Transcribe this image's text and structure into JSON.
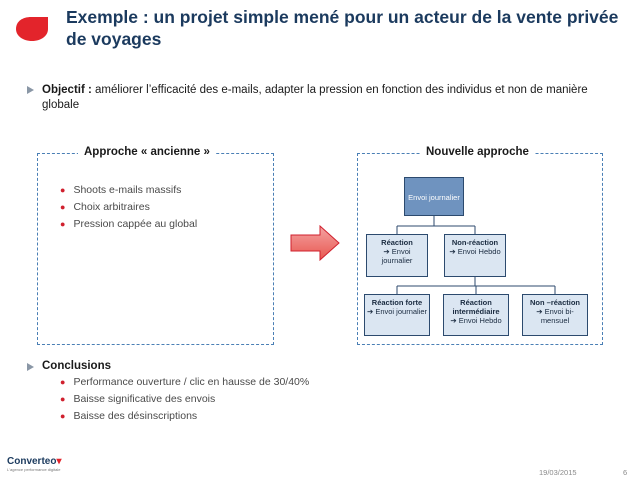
{
  "title": "Exemple : un projet simple mené pour un acteur de la vente privée de voyages",
  "objective": {
    "label": "Objectif :",
    "text": " améliorer l’efficacité des e-mails, adapter la pression en fonction des individus et non de manière globale"
  },
  "old_approach": {
    "title": "Approche « ancienne »",
    "items": [
      "Shoots e-mails massifs",
      "Choix arbitraires",
      "Pression cappée au global"
    ]
  },
  "new_approach": {
    "title": "Nouvelle approche",
    "root": "Envoi journalier",
    "level1": [
      {
        "title": "Réaction",
        "detail": "➔ Envoi journalier"
      },
      {
        "title": "Non-réaction",
        "detail": "➔ Envoi Hebdo"
      }
    ],
    "level2": [
      {
        "title": "Réaction forte",
        "detail": "➔ Envoi journalier"
      },
      {
        "title": "Réaction intermédiaire",
        "detail": "➔ Envoi Hebdo"
      },
      {
        "title": "Non –réaction",
        "detail": "➔ Envoi bi-mensuel"
      }
    ]
  },
  "conclusions": {
    "title": "Conclusions",
    "items": [
      "Performance ouverture / clic en hausse de 30/40%",
      "Baisse significative des envois",
      "Baisse des désinscriptions"
    ]
  },
  "footer": {
    "brand": "Converteo",
    "tagline": "L'agence performance digitale",
    "date": "19/03/2015",
    "page": "6"
  },
  "colors": {
    "accent": "#e3242b",
    "title": "#1b3a5e",
    "border": "#4a7fb5",
    "node_top": "#6f93bf",
    "node": "#dbe6f2"
  }
}
